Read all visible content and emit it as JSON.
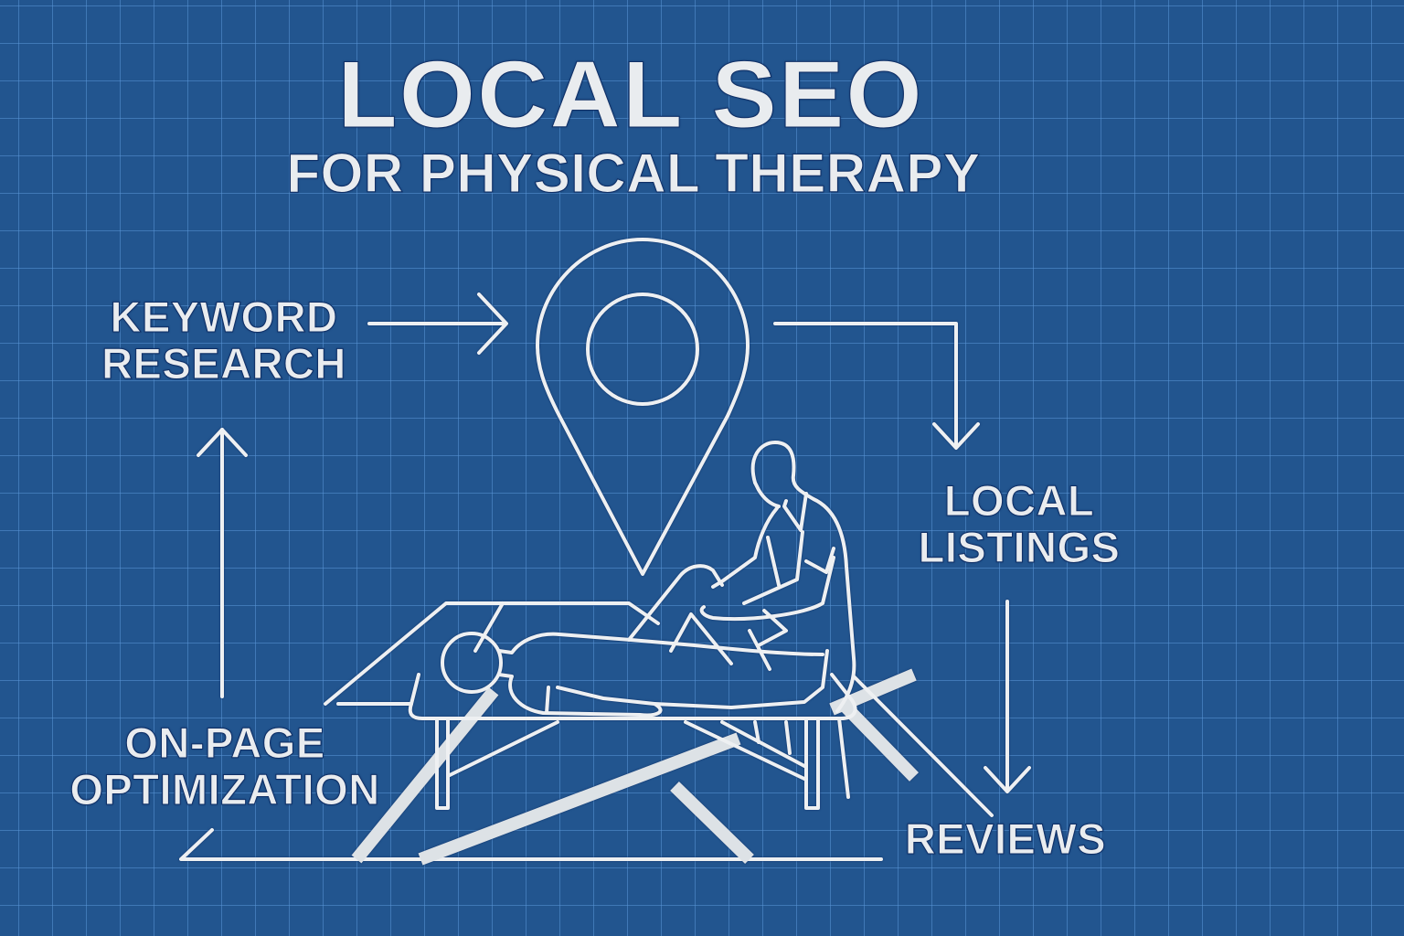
{
  "header": {
    "title": "LOCAL SEO",
    "subtitle": "FOR PHYSICAL THERAPY"
  },
  "steps": [
    {
      "id": "keyword-research",
      "label": "KEYWORD\nRESEARCH",
      "line1": "KEYWORD",
      "line2": "RESEARCH"
    },
    {
      "id": "local-listings",
      "label": "LOCAL\nLISTINGS",
      "line1": "LOCAL",
      "line2": "LISTINGS"
    },
    {
      "id": "reviews",
      "label": "REVIEWS",
      "line1": "REVIEWS"
    },
    {
      "id": "on-page-optimization",
      "label": "ON-PAGE\nOPTIMIZATION",
      "line1": "ON-PAGE",
      "line2": "OPTIMIZATION"
    }
  ],
  "flow": [
    {
      "from": "keyword-research",
      "to": "location-pin",
      "direction": "right"
    },
    {
      "from": "location-pin",
      "to": "local-listings",
      "direction": "right-then-down"
    },
    {
      "from": "local-listings",
      "to": "reviews",
      "direction": "down"
    },
    {
      "from": "reviews",
      "to": "on-page-optimization",
      "direction": "left"
    },
    {
      "from": "on-page-optimization",
      "to": "keyword-research",
      "direction": "up"
    }
  ],
  "illustration": {
    "icons": [
      "location-pin-icon",
      "therapist-icon",
      "patient-icon",
      "treatment-table-icon"
    ]
  },
  "colors": {
    "background": "#22558f",
    "grid": "#4a80c0",
    "foreground": "#e9ecef",
    "outline": "#0f2f66"
  }
}
